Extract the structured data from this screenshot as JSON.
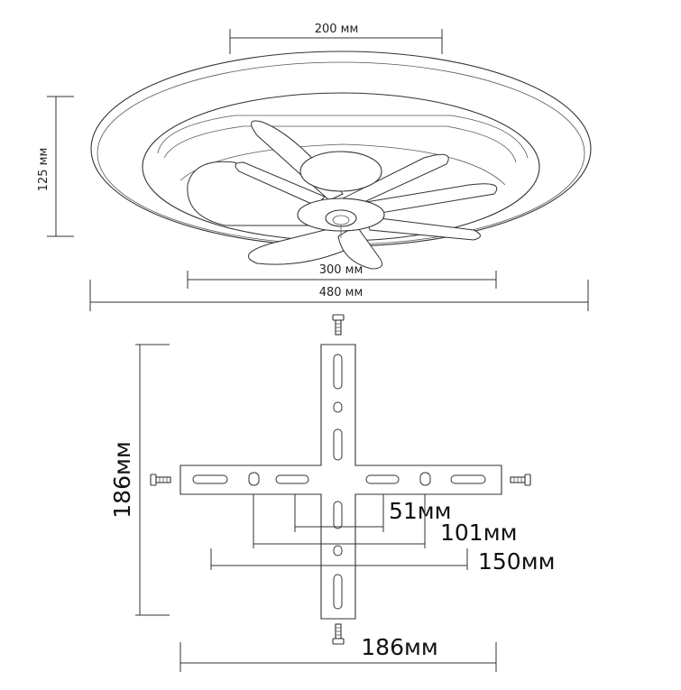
{
  "fan_dimensions": {
    "top_width": "200 мм",
    "height": "125 мм",
    "blade_span": "300 мм",
    "overall_diameter": "480 мм"
  },
  "bracket_dimensions": {
    "height": "186мм",
    "width": "186мм",
    "hole_spacing_1": "51мм",
    "hole_spacing_2": "101мм",
    "hole_spacing_3": "150мм"
  }
}
